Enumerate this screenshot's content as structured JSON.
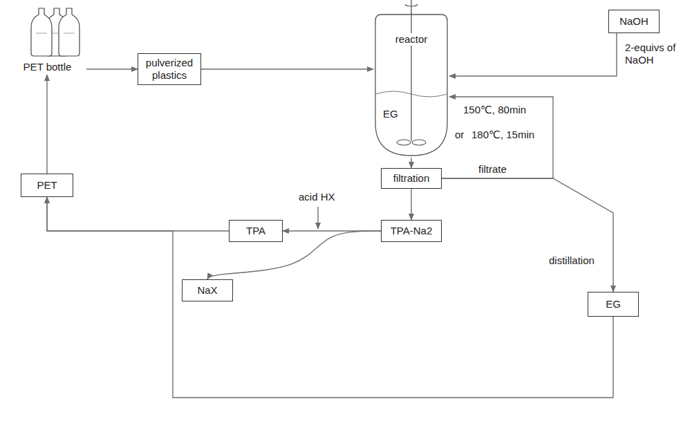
{
  "diagram": {
    "nodes": [
      {
        "text": [
          "PET bottle"
        ]
      },
      {
        "text": [
          "pulverized plastics"
        ]
      },
      {
        "text": [
          "reactor",
          "EG"
        ]
      },
      {
        "text": [
          "NaOH"
        ]
      },
      {
        "text": [
          "filtration"
        ]
      },
      {
        "text": [
          "TPA-Na2"
        ]
      },
      {
        "text": [
          "TPA"
        ]
      },
      {
        "text": [
          "NaX"
        ]
      },
      {
        "text": [
          "EG"
        ]
      },
      {
        "text": [
          "PET"
        ]
      }
    ],
    "edges": [
      {
        "from": 0,
        "to": 1,
        "arrow": "to"
      },
      {
        "from": 1,
        "to": 2,
        "arrow": "to"
      },
      {
        "from": 3,
        "to": 2,
        "label": "2-equivs of NaOH",
        "arrow": "to"
      },
      {
        "from": 2,
        "to": 4,
        "arrow": "to"
      },
      {
        "from": 4,
        "to": 2,
        "label": "filtrate",
        "arrow": "to"
      },
      {
        "from": 4,
        "to": 8,
        "label": "distillation",
        "arrow": "to"
      },
      {
        "from": 4,
        "to": 5,
        "arrow": "to"
      },
      {
        "from": 5,
        "to": 6,
        "arrow": "to"
      },
      {
        "from": 5,
        "to": 7,
        "arrow": "to"
      },
      {
        "from": 6,
        "to": 9,
        "arrow": "to"
      },
      {
        "from": 8,
        "to": 9,
        "arrow": "to"
      },
      {
        "from": 9,
        "to": 0,
        "arrow": "to"
      }
    ],
    "labels": [
      "150℃, 80min",
      "or",
      "180℃, 15min",
      "acid HX"
    ]
  }
}
